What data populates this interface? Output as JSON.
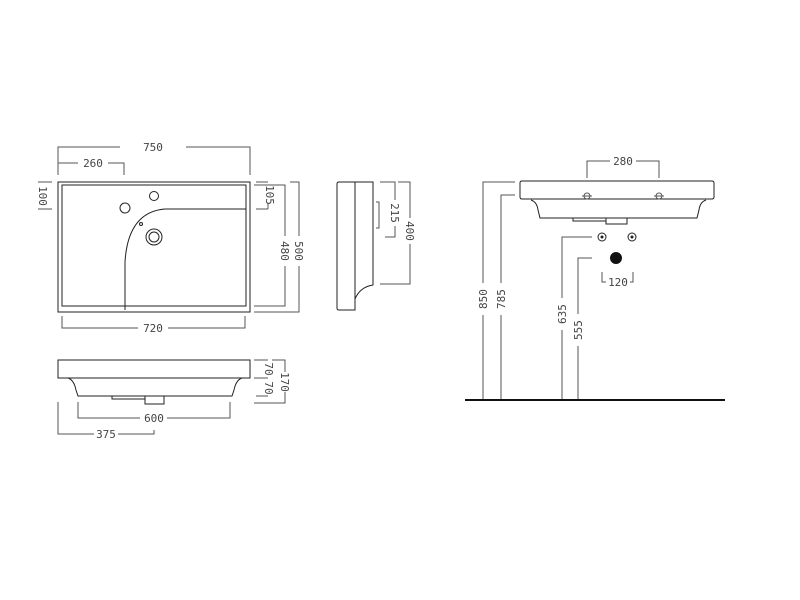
{
  "colors": {
    "line": "#222222",
    "dimension": "#555555",
    "text": "#444444"
  },
  "top_view": {
    "width_overall": "750",
    "tap_offset": "260",
    "tap_depth": "100",
    "basin_offset": "105",
    "inner_depth": "480",
    "overall_depth": "500",
    "inner_width": "720"
  },
  "side_view": {
    "waste_height": "215",
    "depth": "400"
  },
  "front_view": {
    "slab_height": "70",
    "bowl_height": "70",
    "total_height": "170",
    "bowl_width": "600",
    "drain_offset": "375"
  },
  "installation_view": {
    "tap_spacing": "280",
    "rim_height": "850",
    "underside_height": "785",
    "supply_height": "635",
    "waste_height": "555",
    "supply_spacing": "120"
  }
}
